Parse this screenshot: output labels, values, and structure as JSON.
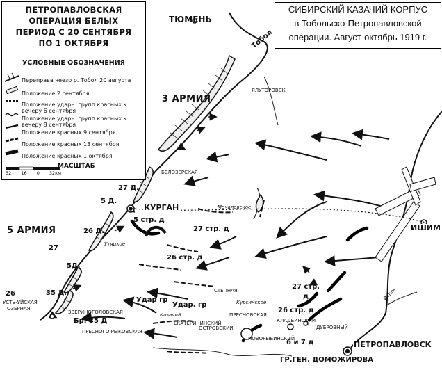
{
  "legend": {
    "title_lines": [
      "ПЕТРОПАВЛОВСКАЯ",
      "ОПЕРАЦИЯ БЕЛЫХ",
      "ПЕРИОД С 20 СЕНТЯБРЯ",
      "ПО 1 ОКТЯБРЯ"
    ],
    "subtitle": "УСЛОВНЫЕ ОБОЗНАЧЕНИЯ",
    "items": [
      "Переправа чеезр р. Тобол 20 августа",
      "Положение 2 сентября",
      "Положение ударн. групп красных к вечеру 6 сентября",
      "Положение ударн. групп красных к вечеру 8 сентября",
      "Положение красных 9 сентября",
      "Положение красных 13 сентября",
      "Положение красных 1 октября"
    ],
    "scale_label": "МАСШТАБ",
    "scale_numbers": [
      "32",
      "16",
      "0",
      "32км"
    ]
  },
  "title_box": {
    "lines": [
      "СИБИРСКИЙ КАЗАЧИЙ КОРПУС",
      "в Тобольско-Петропавловской",
      "операции. Август-октябрь 1919 г."
    ]
  },
  "labels": {
    "tyumen": "ТЮМЕНЬ",
    "tobol": "Тобол",
    "yalutorovsk": "ЯЛУТОРОВСК",
    "army3": "3 АРМИЯ",
    "army5": "5 АРМИЯ",
    "belozerskaya": "БЕЛОЗЕРСКАЯ",
    "kurgan": "КУРГАН",
    "d27a": "27 Д.",
    "d5": "5 Д.",
    "d26": "26 Д.",
    "d5b": "5Д.",
    "d35": "35 Д.",
    "num27": "27",
    "num26": "26",
    "str5": "5 стр. д",
    "str27": "27 стр. д",
    "str26": "26 стр. д",
    "str27b": "27 стр.",
    "d": "д",
    "d26b": "26 стр. д",
    "ishim": "ИШИМ",
    "petropavlovsk": "ПЕТРОПАВЛОВСК",
    "ust_uyskaya": "УСТЬ-УЙСКАЯ",
    "ozernaya": "ОЗЕРНАЯ",
    "zverinogolovskaya": "ЗВЕРИНОГОЛОВСКАЯ",
    "br35": "Бр. 35 Д",
    "presno_rykovskaya": "ПРЕСНОГО РЫКОВСКАЯ",
    "stepnaya": "СТЕПНАЯ",
    "udar_gr": "Удар гр",
    "udar_gr2": "Удар. гр",
    "ekaterininskiy": "ЕКАТЕРИНИНСКИЙ",
    "presnovskaya": "ПРЕСНОВСКАЯ",
    "ostrovskiy": "ОСТРОВСКИЙ",
    "novorybinskiy": "НОВОРЫБИНСКИЙ",
    "kladbinskiy": "КЛАДБИНСКИЙ",
    "dubrovny": "ДУБРОВНЫЙ",
    "domozhirova": "ГР.ГЕН. ДОМОЖИРОВА",
    "d46_7": "6 и 7 д",
    "kurgiskoe": "Курсинское",
    "utyatskoe": "Утяцкое",
    "mochalovskoe": "Мочаловское",
    "kazachiy": "Казачий",
    "ishim_river": "Ишим"
  }
}
